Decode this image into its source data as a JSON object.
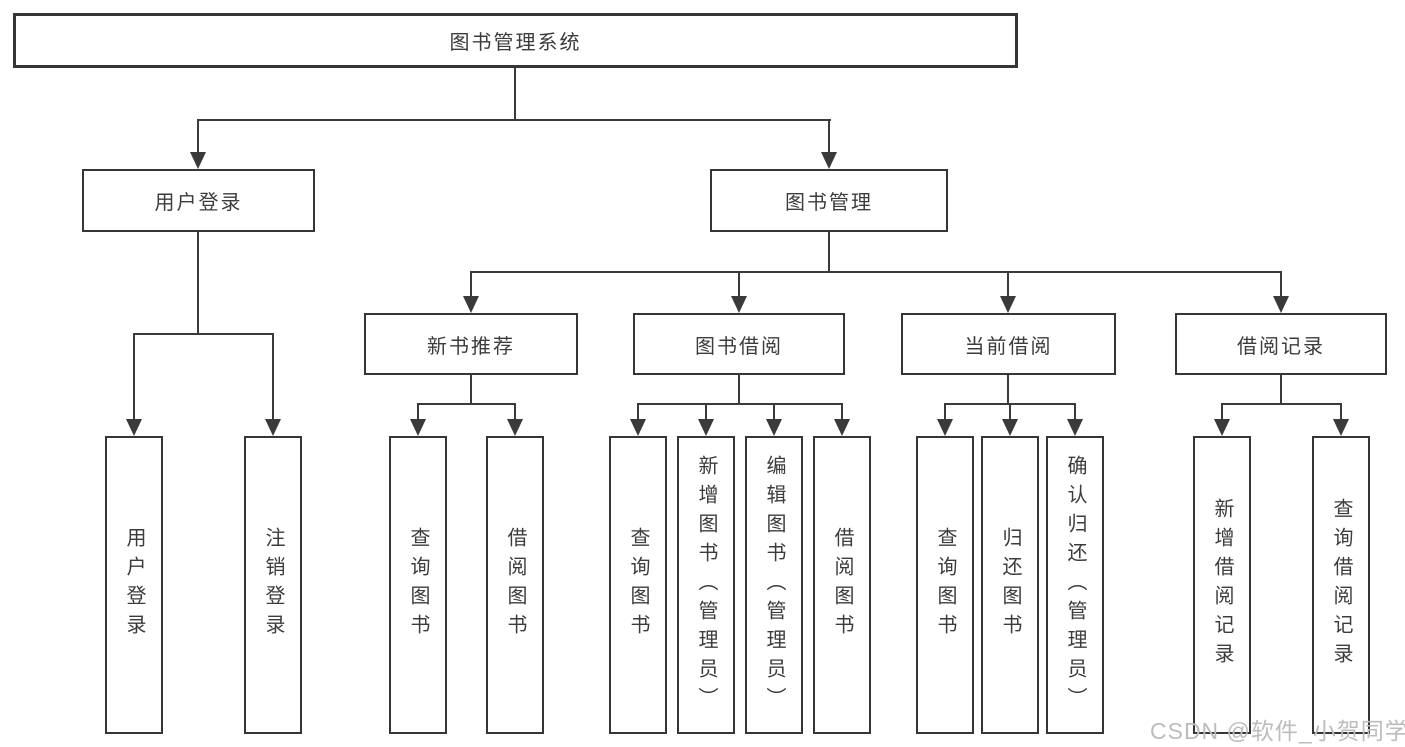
{
  "tree": {
    "label": "图书管理系统",
    "children": [
      {
        "label": "用户登录",
        "children": [
          {
            "label": "用户登录"
          },
          {
            "label": "注销登录"
          }
        ]
      },
      {
        "label": "图书管理",
        "children": [
          {
            "label": "新书推荐",
            "children": [
              {
                "label": "查询图书"
              },
              {
                "label": "借阅图书"
              }
            ]
          },
          {
            "label": "图书借阅",
            "children": [
              {
                "label": "查询图书"
              },
              {
                "label": "新增图书（管理员）"
              },
              {
                "label": "编辑图书（管理员）"
              },
              {
                "label": "借阅图书"
              }
            ]
          },
          {
            "label": "当前借阅",
            "children": [
              {
                "label": "查询图书"
              },
              {
                "label": "归还图书"
              },
              {
                "label": "确认归还（管理员）"
              }
            ]
          },
          {
            "label": "借阅记录",
            "children": [
              {
                "label": "新增借阅记录"
              },
              {
                "label": "查询借阅记录"
              }
            ]
          }
        ]
      }
    ]
  },
  "watermark": {
    "text": "CSDN @软件_小贺同学"
  },
  "colors": {
    "line": "#3a3a3a",
    "box_border": "#363636",
    "text": "#3c3c3c",
    "watermark": "#bcbcbc",
    "background": "#ffffff"
  }
}
